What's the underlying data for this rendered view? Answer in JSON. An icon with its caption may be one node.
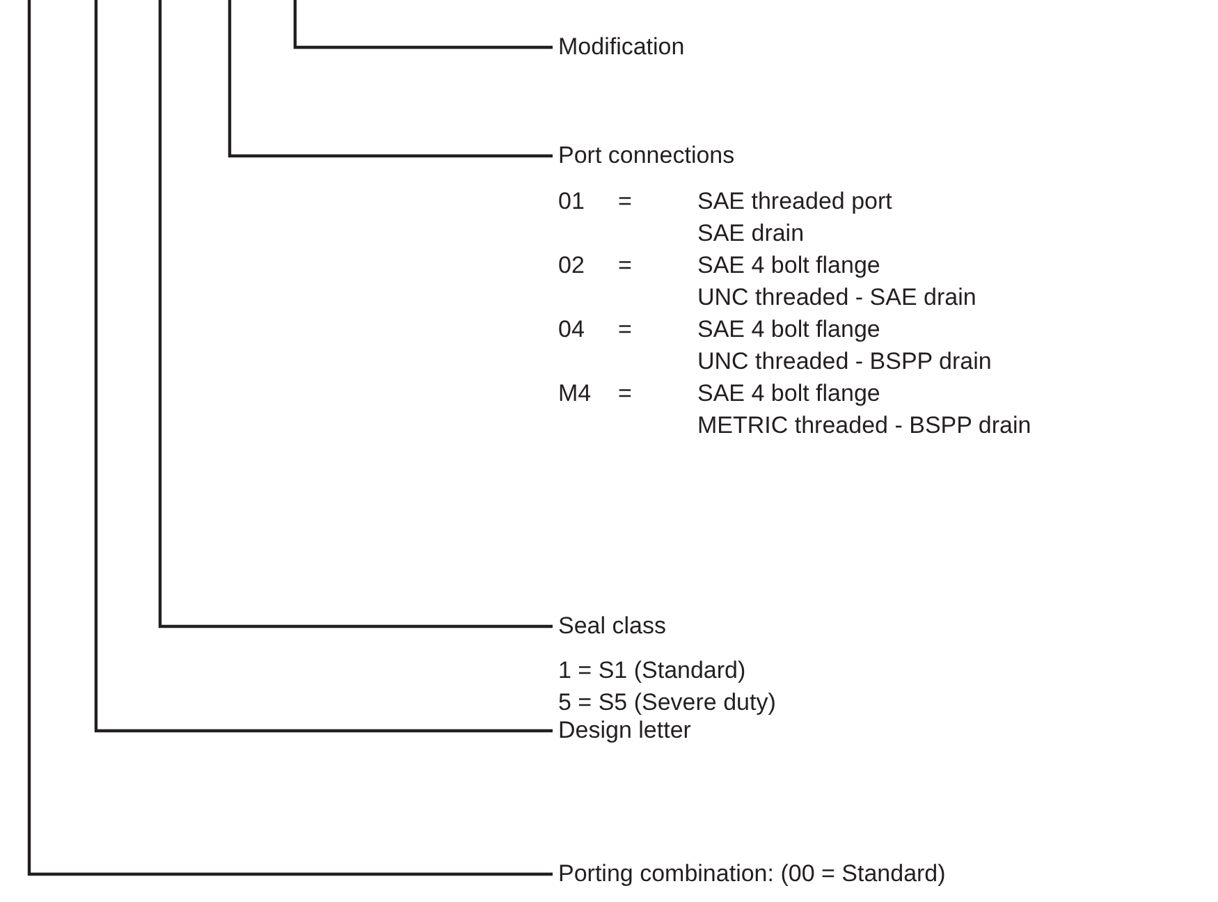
{
  "diagram": {
    "nodes": [
      {
        "text": [
          "Modification"
        ]
      },
      {
        "text": [
          "Port connections"
        ]
      },
      {
        "text": [
          "Seal class"
        ]
      },
      {
        "text": [
          "Design letter"
        ]
      },
      {
        "text": [
          "Porting combination: (00 = Standard)"
        ]
      }
    ],
    "edges": [
      {
        "from": 0,
        "to": null,
        "arrow": "none"
      },
      {
        "from": 1,
        "to": null,
        "arrow": "none"
      },
      {
        "from": 2,
        "to": null,
        "arrow": "none"
      },
      {
        "from": 3,
        "to": null,
        "arrow": "none"
      },
      {
        "from": 4,
        "to": null,
        "arrow": "none"
      }
    ],
    "labels": [
      "01",
      "=",
      "SAE threaded port",
      "SAE drain",
      "02",
      "=",
      "SAE 4 bolt flange",
      "UNC threaded - SAE drain",
      "04",
      "=",
      "SAE 4 bolt flange",
      "UNC threaded - BSPP drain",
      "M4",
      "=",
      "SAE 4 bolt flange",
      "METRIC threaded - BSPP drain",
      "1 = S1 (Standard)",
      "5 = S5 (Severe duty)"
    ]
  }
}
